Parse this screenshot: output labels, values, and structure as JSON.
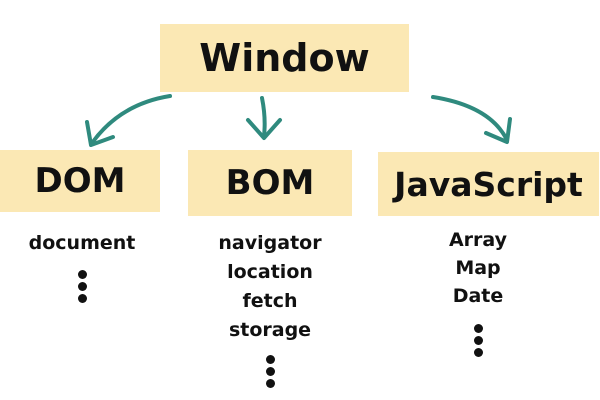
{
  "colors": {
    "box_fill": "#fbe8b4",
    "arrow": "#2f8a7e",
    "text": "#111111"
  },
  "root": {
    "label": "Window"
  },
  "children": [
    {
      "label": "DOM",
      "items": [
        "document"
      ]
    },
    {
      "label": "BOM",
      "items": [
        "navigator",
        "location",
        "fetch",
        "storage"
      ]
    },
    {
      "label": "JavaScript",
      "items": [
        "Array",
        "Map",
        "Date"
      ]
    }
  ],
  "continuation_icon": "vertical-ellipsis-icon"
}
